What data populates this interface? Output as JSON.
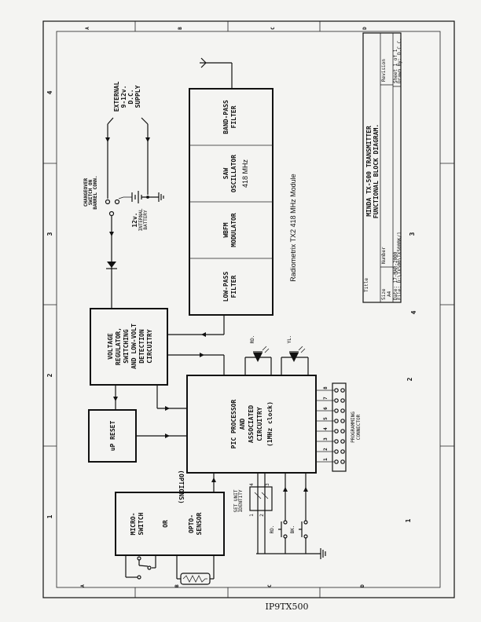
{
  "border": {
    "columns": [
      "A",
      "B",
      "C",
      "D"
    ],
    "rows": [
      "4",
      "3",
      "2",
      "1"
    ]
  },
  "title_block": {
    "title_label": "Title",
    "title_line1": "MINDA TX-500 TRANSMITTER",
    "title_line2": "FUNCTIONAL BLOCK DIAGRAM.",
    "size_label": "Size",
    "size_value": "A4",
    "number_label": "Number",
    "revision_label": "Revision",
    "date": "Date: 17-MAR-2000",
    "file": "File: D:\\TX500\\TX500BK/1",
    "sheet": "Sheet 1 of 1",
    "drawn_by": "Drawn By: D.C.C."
  },
  "supply": {
    "external": [
      "EXTERNAL",
      "9-12v.",
      "D.C.",
      "SUPPLY"
    ],
    "changeover": [
      "CHANGEOVER",
      "SWITCH ON",
      "BARREL CONN."
    ],
    "battery": [
      "12v.",
      "INTERNAL",
      "BATTERY"
    ]
  },
  "module": {
    "caption": "Radiometrix TX2 418 MHz Module",
    "blocks": [
      {
        "lines": [
          "BAND-PASS",
          "FILTER"
        ]
      },
      {
        "lines": [
          "SAW",
          "OSCILLATOR",
          "418 MHz"
        ]
      },
      {
        "lines": [
          "WBFM",
          "MODULATOR"
        ]
      },
      {
        "lines": [
          "LOW-PASS",
          "FILTER"
        ]
      }
    ]
  },
  "regulator": {
    "lines": [
      "VOLTAGE",
      "REGULATOR,",
      "SWITCHING",
      "AND LOW-VOLT",
      "DETECTION",
      "CIRCUITRY"
    ]
  },
  "reset": {
    "label": "uP RESET"
  },
  "pic": {
    "lines": [
      "PIC PROCESSOR",
      "AND",
      "ASSOCIATED",
      "CIRCUITRY",
      "(1MHz clock)"
    ]
  },
  "leds": {
    "rd": "RD.",
    "yl": "YL."
  },
  "options": {
    "heading": "(OPTIONS)",
    "left": [
      "MICRO-",
      "SWITCH"
    ],
    "or": "OR",
    "right": [
      "OPTO-",
      "SENSOR"
    ]
  },
  "dip": {
    "label": [
      "SET UNIT",
      "IDENTITY"
    ],
    "pins": [
      "1",
      "2",
      "3",
      "4"
    ]
  },
  "buttons": {
    "rd": "RD.",
    "bk": "BK."
  },
  "connector": {
    "label": [
      "PROGRAMMING",
      "CONNECTOR"
    ],
    "pins": [
      "8",
      "7",
      "6",
      "5",
      "4",
      "3",
      "2",
      "1"
    ]
  },
  "footer": {
    "code": "IP9TX500"
  }
}
